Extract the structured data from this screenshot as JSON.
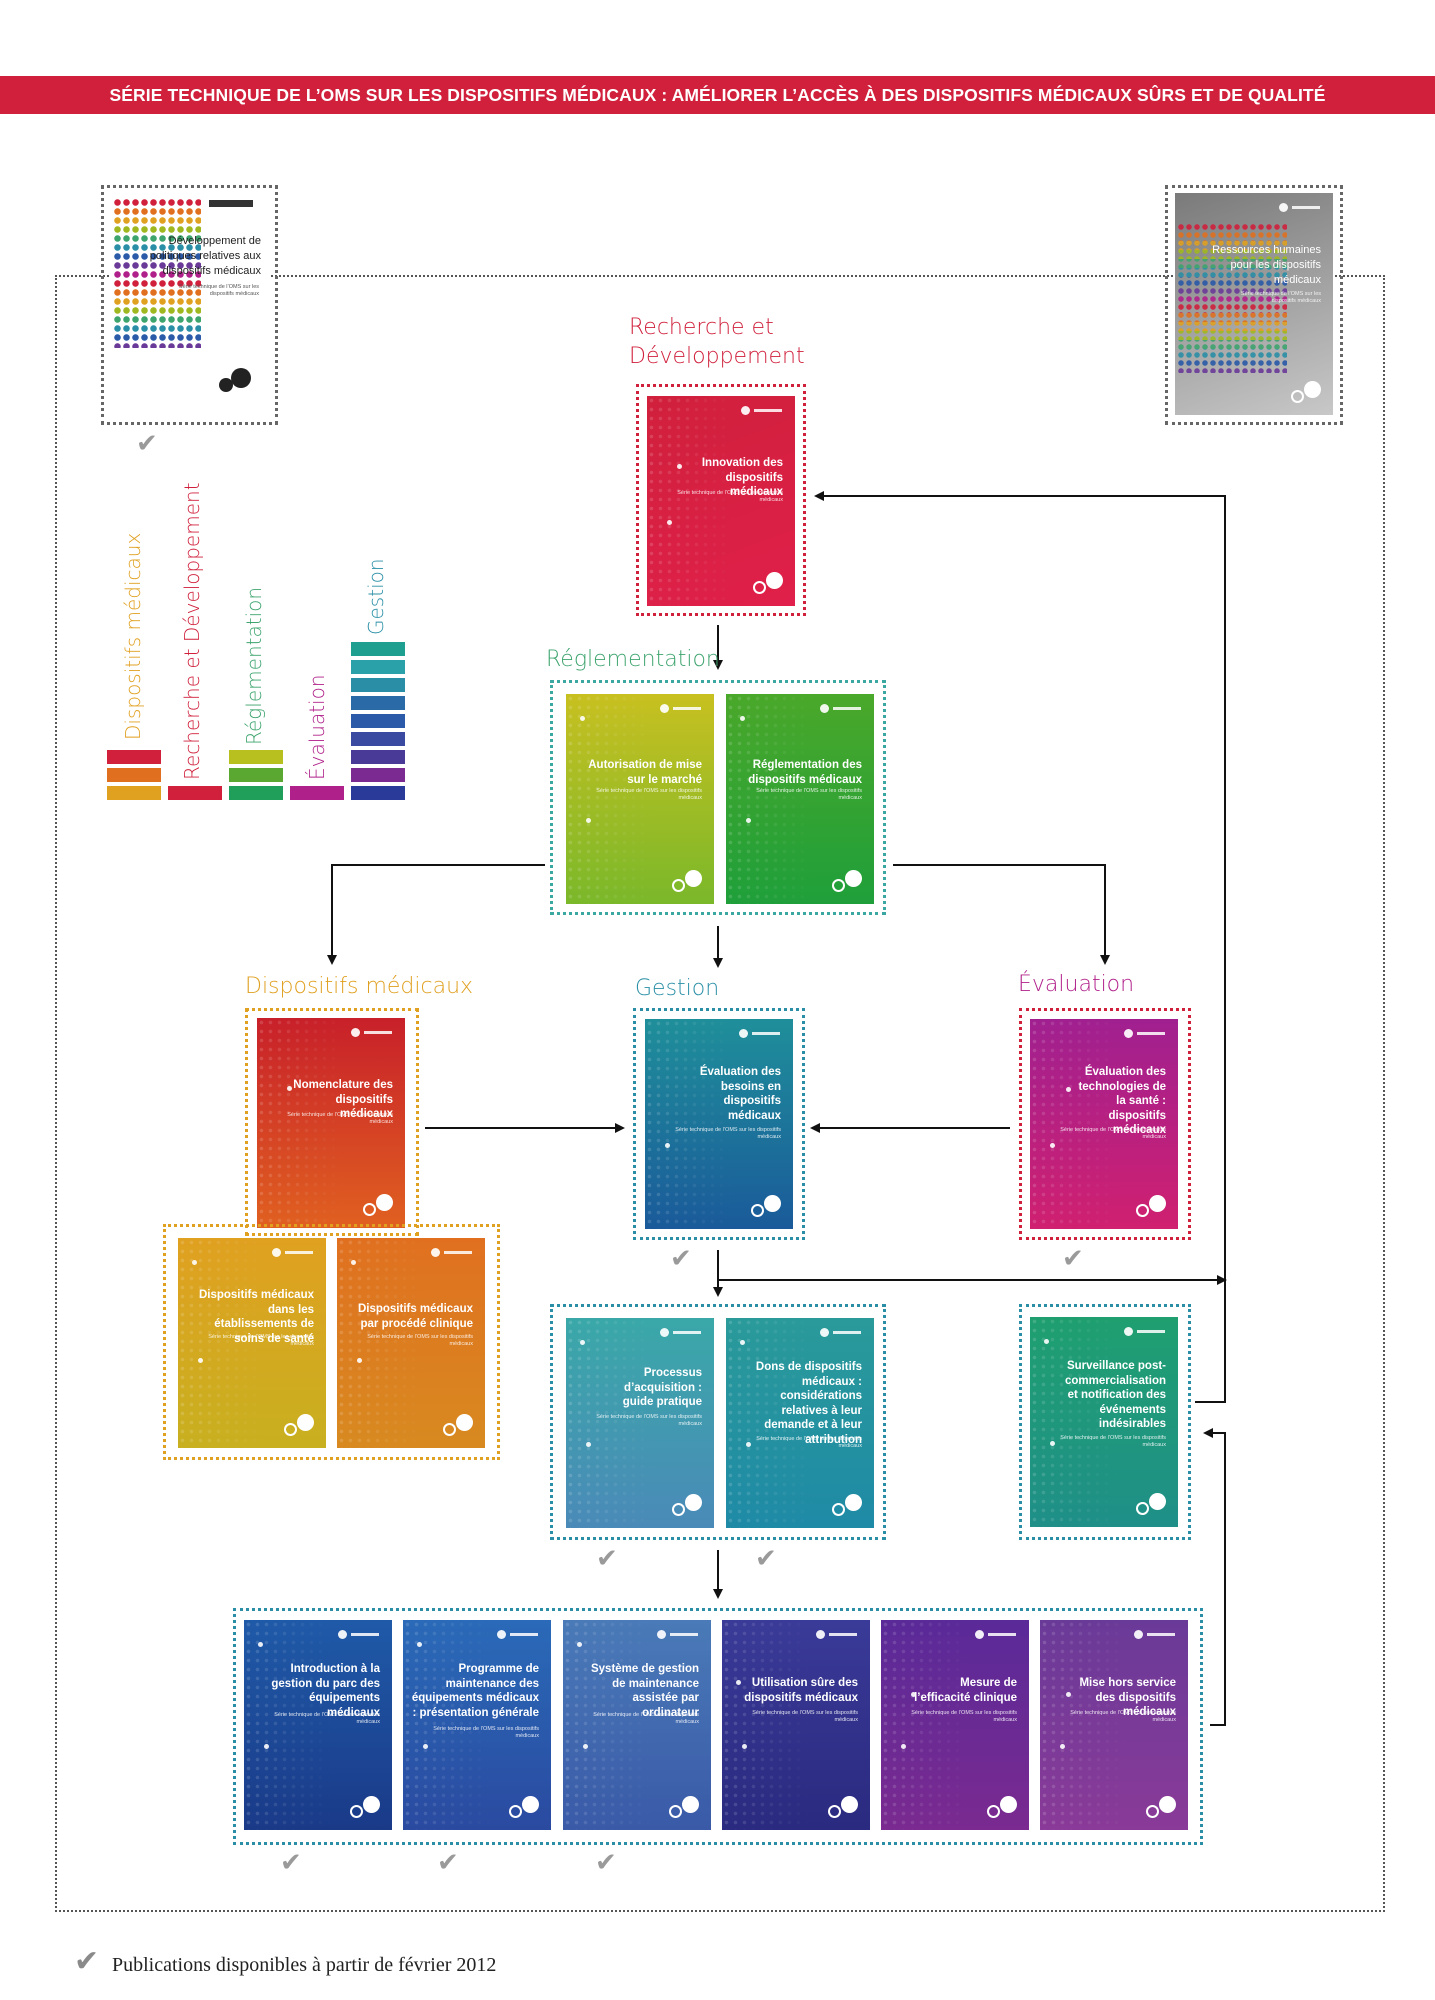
{
  "banner": "SÉRIE TECHNIQUE DE L’OMS SUR LES DISPOSITIFS MÉDICAUX : AMÉLIORER L’ACCÈS À DES DISPOSITIFS MÉDICAUX SÛRS ET DE QUALITÉ",
  "covers": {
    "politiques": {
      "title": "Développement de politiques relatives aux dispositifs médicaux",
      "subtitle": "Série technique de l’OMS sur les dispositifs médicaux"
    },
    "ressources": {
      "title": "Ressources humaines pour les dispositifs médicaux",
      "subtitle": "Série technique de l’OMS sur les dispositifs médicaux"
    },
    "innovation": {
      "title": "Innovation des dispositifs médicaux",
      "subtitle": "Série technique de l’OMS sur les dispositifs médicaux"
    },
    "autorisation": {
      "title": "Autorisation de mise sur le marché",
      "subtitle": "Série technique de l’OMS sur les dispositifs médicaux"
    },
    "reglementation": {
      "title": "Réglementation des dispositifs médicaux",
      "subtitle": "Série technique de l’OMS sur les dispositifs médicaux"
    },
    "nomenclature": {
      "title": "Nomenclature des dispositifs médicaux",
      "subtitle": "Série technique de l’OMS sur les dispositifs médicaux"
    },
    "besoins": {
      "title": "Évaluation des besoins en dispositifs médicaux",
      "subtitle": "Série technique de l’OMS sur les dispositifs médicaux"
    },
    "technologies": {
      "title": "Évaluation des technologies de la santé : dispositifs médicaux",
      "subtitle": "Série technique de l’OMS sur les dispositifs médicaux"
    },
    "etablissements": {
      "title": "Dispositifs médicaux dans les établissements de soins de santé",
      "subtitle": "Série technique de l’OMS sur les dispositifs médicaux"
    },
    "procede": {
      "title": "Dispositifs médicaux par procédé clinique",
      "subtitle": "Série technique de l’OMS sur les dispositifs médicaux"
    },
    "acquisition": {
      "title": "Processus d’acquisition : guide pratique",
      "subtitle": "Série technique de l’OMS sur les dispositifs médicaux"
    },
    "dons": {
      "title": "Dons de dispositifs médicaux : considérations relatives à leur demande et à leur attribution",
      "subtitle": "Série technique de l’OMS sur les dispositifs médicaux"
    },
    "surveillance": {
      "title": "Surveillance post-commercialisation et notification des événements indésirables",
      "subtitle": "Série technique de l’OMS sur les dispositifs médicaux"
    },
    "parc": {
      "title": "Introduction à la gestion du parc des équipements médicaux",
      "subtitle": "Série technique de l’OMS sur les dispositifs médicaux"
    },
    "maintenance": {
      "title": "Programme de maintenance des équipements médicaux : présentation générale",
      "subtitle": "Série technique de l’OMS sur les dispositifs médicaux"
    },
    "gmao": {
      "title": "Système de gestion de maintenance assistée par ordinateur",
      "subtitle": "Série technique de l’OMS sur les dispositifs médicaux"
    },
    "utilisation": {
      "title": "Utilisation sûre des dispositifs médicaux",
      "subtitle": "Série technique de l’OMS sur les dispositifs médicaux"
    },
    "efficacite": {
      "title": "Mesure de l’efficacité clinique",
      "subtitle": "Série technique de l’OMS sur les dispositifs médicaux"
    },
    "mise_hors": {
      "title": "Mise hors service des dispositifs médicaux",
      "subtitle": "Série technique de l’OMS sur les dispositifs médicaux"
    }
  },
  "sections": {
    "recherche": "Recherche et Développement",
    "reglementation": "Réglementation",
    "dispositifs": "Dispositifs médicaux",
    "gestion": "Gestion",
    "evaluation": "Évaluation"
  },
  "legend": {
    "dispositifs": "Dispositifs médicaux",
    "recherche": "Recherche et Développement",
    "reglementation": "Réglementation",
    "evaluation": "Évaluation",
    "gestion": "Gestion"
  },
  "colors": {
    "banner": "#d0203c",
    "recherche": "#d0203c",
    "reglementation": "#3ea46e",
    "dispositifs": "#e0a020",
    "gestion": "#2a8fa6",
    "evaluation": "#b0208a"
  },
  "check_mark": "✔",
  "footer": "Publications disponibles à partir de février 2012"
}
